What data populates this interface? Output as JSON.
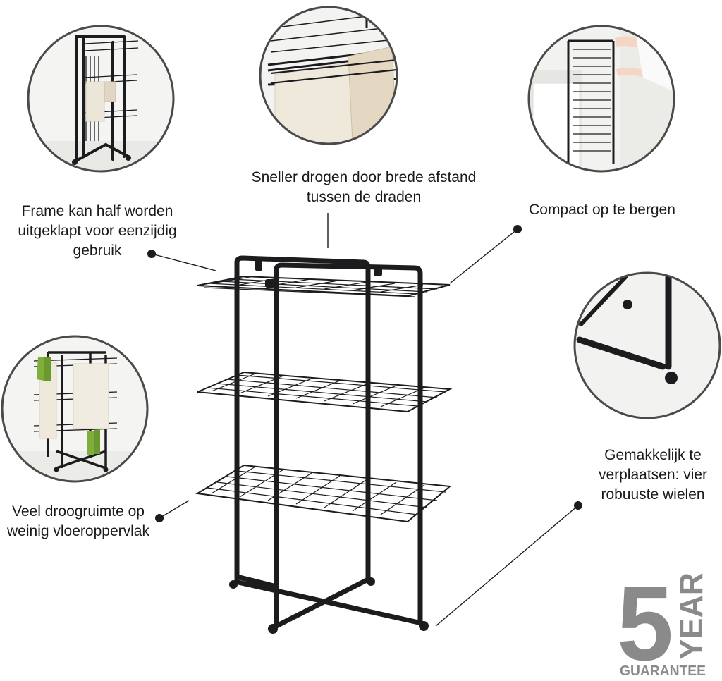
{
  "callouts": {
    "half_fold": "Frame kan half worden\nuitgeklapt voor eenzijdig\ngebruik",
    "wide_spacing": "Sneller drogen door brede afstand\ntussen de draden",
    "compact_storage": "Compact op te bergen",
    "floor_space": "Veel droogruimte op\nweinig vloeroppervlak",
    "wheels": "Gemakkelijk te\nverplaatsen: vier\nrobuuste wielen"
  },
  "guarantee": {
    "number": "5",
    "unit": "YEAR",
    "word": "GUARANTEE"
  },
  "colors": {
    "frame": "#1c1c1e",
    "badge": "#8a8a8a",
    "circle_border": "#4a4a4a",
    "text": "#1a1a1a"
  },
  "icons": [
    "drying-rack-product",
    "detail-circle-half-fold",
    "detail-circle-wire-spacing",
    "detail-circle-storage",
    "detail-circle-floor-space",
    "detail-circle-wheel"
  ]
}
